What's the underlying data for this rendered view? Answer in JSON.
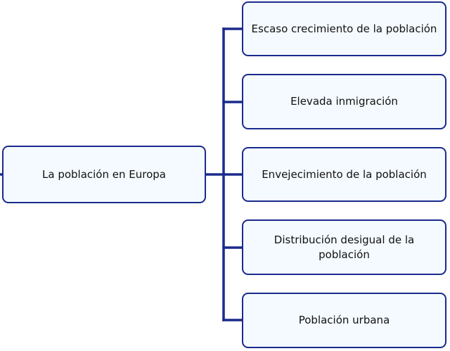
{
  "diagram": {
    "root": {
      "label": "La población en Europa"
    },
    "children": [
      {
        "label": "Escaso crecimiento de la población"
      },
      {
        "label": "Elevada inmigración"
      },
      {
        "label": "Envejecimiento de la población"
      },
      {
        "label": "Distribución desigual de la población"
      },
      {
        "label": "Población urbana"
      }
    ]
  },
  "colors": {
    "connector": "#1a2a8c",
    "node_border": "#1a2a8c",
    "node_fill": "#f4faff",
    "text": "#111111"
  }
}
